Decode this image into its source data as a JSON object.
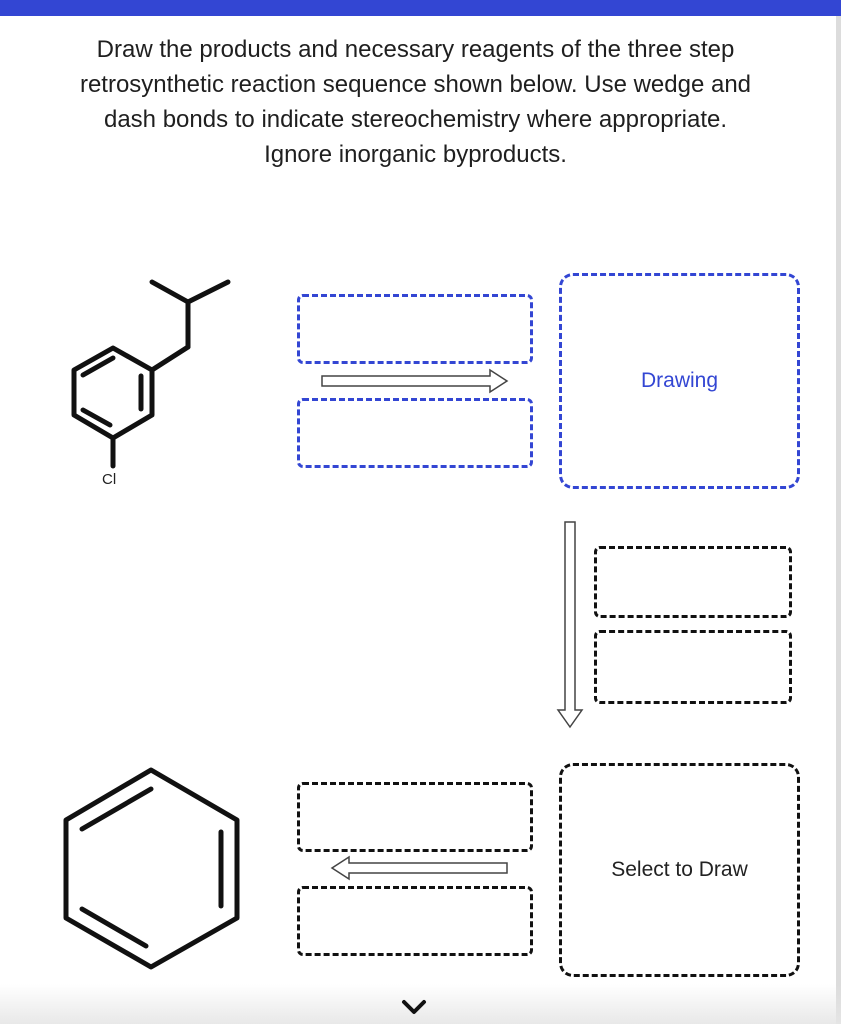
{
  "instructions": {
    "line1": "Draw the products and necessary reagents of the three step",
    "line2": "retrosynthetic reaction sequence shown below. Use wedge and",
    "line3": "dash bonds to indicate stereochemistry where appropriate.",
    "line4": "Ignore inorganic byproducts."
  },
  "molecules": {
    "start_substituent_label": "Cl"
  },
  "drawing_areas": {
    "upper_label": "Drawing",
    "lower_label": "Select to Draw"
  },
  "colors": {
    "accent": "#3346d3",
    "dashed_black": "#111111"
  },
  "icons": [
    "chevron-down-icon"
  ]
}
